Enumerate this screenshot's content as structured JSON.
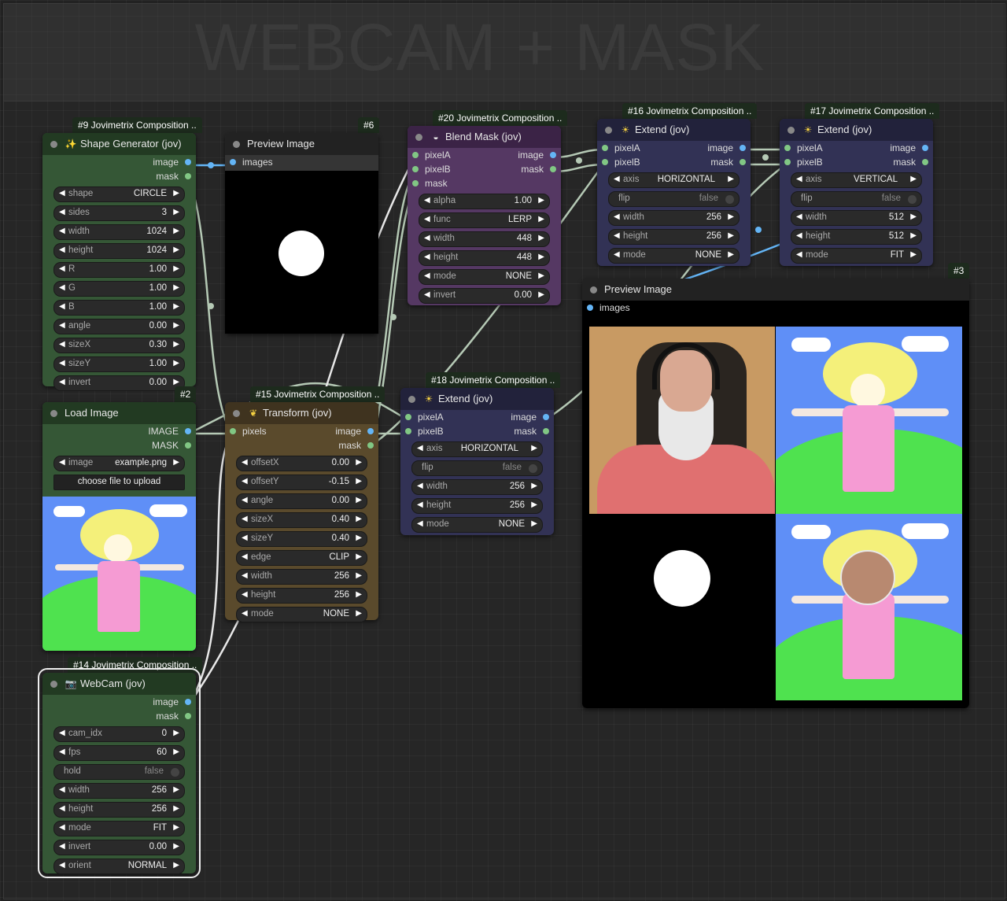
{
  "group": {
    "title": "WEBCAM + MASK"
  },
  "nodes": {
    "shape": {
      "badge": "#9 Jovimetrix Composition ..",
      "title": "Shape Generator (jov)",
      "icon": "sparkle-icon",
      "icon_glyph": "✨",
      "outputs": [
        "image",
        "mask"
      ],
      "widgets": [
        {
          "name": "shape",
          "value": "CIRCLE"
        },
        {
          "name": "sides",
          "value": "3"
        },
        {
          "name": "width",
          "value": "1024"
        },
        {
          "name": "height",
          "value": "1024"
        },
        {
          "name": "R",
          "value": "1.00"
        },
        {
          "name": "G",
          "value": "1.00"
        },
        {
          "name": "B",
          "value": "1.00"
        },
        {
          "name": "angle",
          "value": "0.00"
        },
        {
          "name": "sizeX",
          "value": "0.30"
        },
        {
          "name": "sizeY",
          "value": "1.00"
        },
        {
          "name": "invert",
          "value": "0.00"
        }
      ]
    },
    "preview6": {
      "badge": "#6",
      "title": "Preview Image",
      "inputs": [
        "images"
      ]
    },
    "blend": {
      "badge": "#20 Jovimetrix Composition ..",
      "title": "Blend Mask (jov)",
      "icon": "bowl-icon",
      "icon_glyph": "◒",
      "inputs": [
        "pixelA",
        "pixelB",
        "mask"
      ],
      "outputs": [
        "image",
        "mask"
      ],
      "widgets": [
        {
          "name": "alpha",
          "value": "1.00"
        },
        {
          "name": "func",
          "value": "LERP"
        },
        {
          "name": "width",
          "value": "448"
        },
        {
          "name": "height",
          "value": "448"
        },
        {
          "name": "mode",
          "value": "NONE"
        },
        {
          "name": "invert",
          "value": "0.00"
        }
      ]
    },
    "extend16": {
      "badge": "#16 Jovimetrix Composition ..",
      "title": "Extend (jov)",
      "icon": "sun-icon",
      "icon_glyph": "☀",
      "inputs": [
        "pixelA",
        "pixelB"
      ],
      "outputs": [
        "image",
        "mask"
      ],
      "widgets": [
        {
          "name": "axis",
          "value": "HORIZONTAL",
          "kind": "center"
        },
        {
          "name": "flip",
          "value": "false",
          "kind": "toggle"
        },
        {
          "name": "width",
          "value": "256"
        },
        {
          "name": "height",
          "value": "256"
        },
        {
          "name": "mode",
          "value": "NONE"
        }
      ]
    },
    "extend17": {
      "badge": "#17 Jovimetrix Composition ..",
      "title": "Extend (jov)",
      "icon": "sun-icon",
      "icon_glyph": "☀",
      "inputs": [
        "pixelA",
        "pixelB"
      ],
      "outputs": [
        "image",
        "mask"
      ],
      "widgets": [
        {
          "name": "axis",
          "value": "VERTICAL",
          "kind": "center"
        },
        {
          "name": "flip",
          "value": "false",
          "kind": "toggle"
        },
        {
          "name": "width",
          "value": "512"
        },
        {
          "name": "height",
          "value": "512"
        },
        {
          "name": "mode",
          "value": "FIT"
        }
      ]
    },
    "preview3": {
      "badge": "#3",
      "title": "Preview Image",
      "inputs": [
        "images"
      ]
    },
    "load": {
      "badge": "#2",
      "title": "Load Image",
      "outputs": [
        "IMAGE",
        "MASK"
      ],
      "image_name": "image",
      "image_value": "example.png",
      "upload_label": "choose file to upload"
    },
    "transform": {
      "badge": "#15 Jovimetrix Composition ..",
      "title": "Transform (jov)",
      "icon": "sprout-icon",
      "icon_glyph": "❦",
      "inputs": [
        "pixels"
      ],
      "outputs": [
        "image",
        "mask"
      ],
      "widgets": [
        {
          "name": "offsetX",
          "value": "0.00"
        },
        {
          "name": "offsetY",
          "value": "-0.15"
        },
        {
          "name": "angle",
          "value": "0.00"
        },
        {
          "name": "sizeX",
          "value": "0.40"
        },
        {
          "name": "sizeY",
          "value": "0.40"
        },
        {
          "name": "edge",
          "value": "CLIP"
        },
        {
          "name": "width",
          "value": "256"
        },
        {
          "name": "height",
          "value": "256"
        },
        {
          "name": "mode",
          "value": "NONE"
        }
      ]
    },
    "extend18": {
      "badge": "#18 Jovimetrix Composition ..",
      "title": "Extend (jov)",
      "icon": "sun-icon",
      "icon_glyph": "☀",
      "inputs": [
        "pixelA",
        "pixelB"
      ],
      "outputs": [
        "image",
        "mask"
      ],
      "widgets": [
        {
          "name": "axis",
          "value": "HORIZONTAL",
          "kind": "center"
        },
        {
          "name": "flip",
          "value": "false",
          "kind": "toggle"
        },
        {
          "name": "width",
          "value": "256"
        },
        {
          "name": "height",
          "value": "256"
        },
        {
          "name": "mode",
          "value": "NONE"
        }
      ]
    },
    "webcam": {
      "badge": "#14 Jovimetrix Composition ..",
      "title": "WebCam (jov)",
      "icon": "camera-icon",
      "icon_glyph": "📷",
      "outputs": [
        "image",
        "mask"
      ],
      "widgets": [
        {
          "name": "cam_idx",
          "value": "0"
        },
        {
          "name": "fps",
          "value": "60"
        },
        {
          "name": "hold",
          "value": "false",
          "kind": "toggle"
        },
        {
          "name": "width",
          "value": "256"
        },
        {
          "name": "height",
          "value": "256"
        },
        {
          "name": "mode",
          "value": "FIT"
        },
        {
          "name": "invert",
          "value": "0.00"
        },
        {
          "name": "orient",
          "value": "NORMAL"
        }
      ]
    }
  },
  "colors": {
    "image_link": "#64b5f6",
    "mask_link": "#81c784",
    "sky": "#5f8ff7",
    "grass": "#4fe24f",
    "dress": "#f59bd3",
    "hair": "#f4f07a",
    "shirt": "#e07070"
  }
}
